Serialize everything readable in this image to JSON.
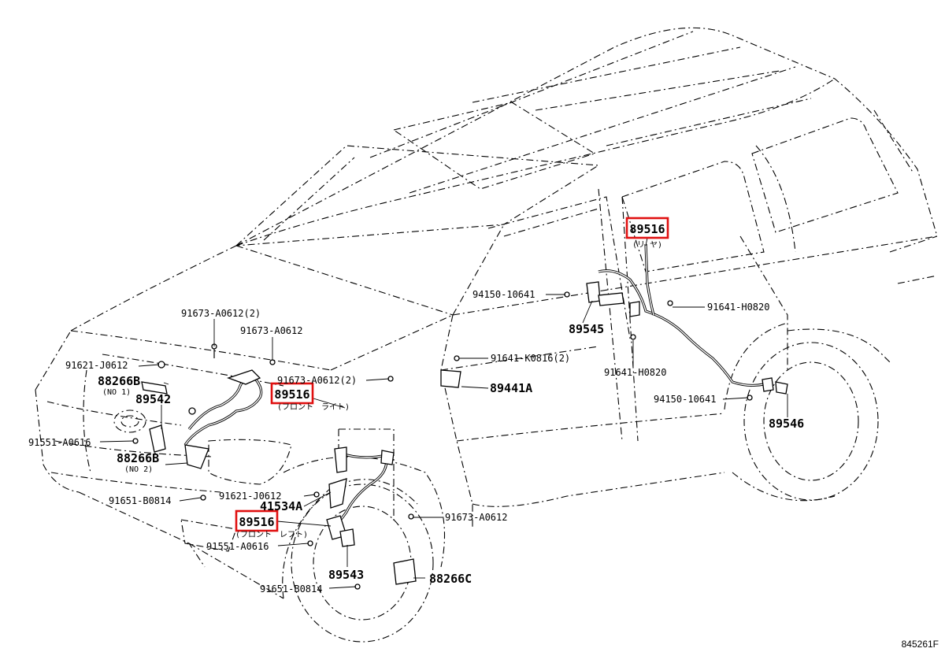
{
  "diagram": {
    "figure_number": "845261F",
    "highlight_color": "#e01010",
    "sensor_assemblies": [
      {
        "part": "89516",
        "note": "(リ ヤ)"
      },
      {
        "part": "89516",
        "note": "(フロント　ライト)"
      },
      {
        "part": "89516",
        "note": "(フロント　レフト)"
      }
    ],
    "callouts": [
      "91673-A0612(2)",
      "91673-A0612",
      "91621-J0612",
      "88266B",
      "(NO 1)",
      "89542",
      "91551-A0616",
      "88266B",
      "(NO 2)",
      "91651-B0814",
      "91673-A0612(2)",
      "91621-J0612",
      "41534A",
      "91551-A0616",
      "89543",
      "91651-B0814",
      "88266C",
      "91673-A0612",
      "94150-10641",
      "89545",
      "91641-K0816(2)",
      "89441A",
      "91641-H0820",
      "91641-H0820",
      "94150-10641",
      "89546"
    ]
  }
}
